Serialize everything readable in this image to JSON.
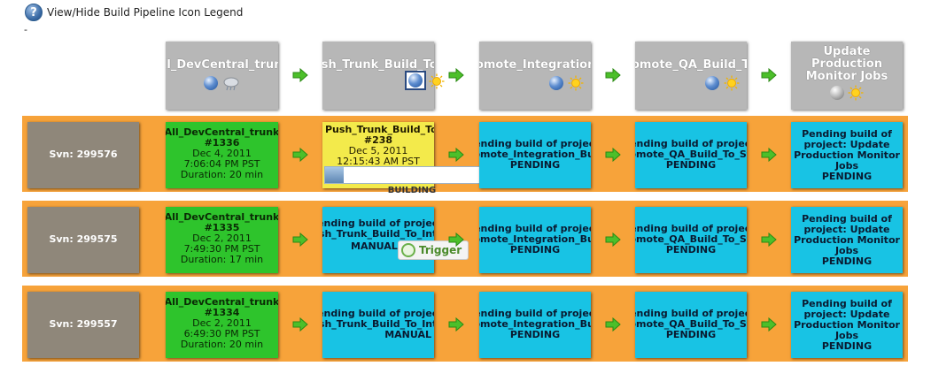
{
  "legend": {
    "label": "View/Hide Build Pipeline Icon Legend",
    "icon": "help-icon"
  },
  "separator": "-",
  "colors": {
    "row": "#f7a33a",
    "success": "#2ec42c",
    "pending": "#18c3e4",
    "building": "#f3ea4b",
    "header": "#b7b7b7",
    "revision": "#8f877a"
  },
  "header_jobs": [
    {
      "name": "All_DevCentral_trunk",
      "icons": [
        "blue-ball-icon",
        "cloud-icon"
      ]
    },
    {
      "name": "Push_Trunk_Build_To_Integration",
      "icons": [
        "blue-ball-icon",
        "sun-icon"
      ]
    },
    {
      "name": "Promote_Integration_Build",
      "icons": [
        "blue-ball-icon",
        "sun-icon"
      ]
    },
    {
      "name": "Promote_QA_Build_To_Staging",
      "icons": [
        "blue-ball-icon",
        "sun-icon"
      ]
    },
    {
      "name": "Update Production Monitor Jobs",
      "icons": [
        "grey-ball-icon",
        "sun-icon"
      ]
    }
  ],
  "rows": [
    {
      "revision": "Svn: 299576",
      "first": {
        "job": "All_DevCentral_trunk",
        "number": "#1336",
        "date": "Dec 4, 2011",
        "time": "7:06:04 PM PST",
        "duration": "Duration: 20 min"
      },
      "second": {
        "job": "Push_Trunk_Build_To_Integration",
        "number": "#238",
        "date": "Dec 5, 2011",
        "time": "12:15:43 AM PST",
        "status": "BUILDING",
        "progress": 0.11
      },
      "third": {
        "line1": "Pending build of project:",
        "line2": "Promote_Integration_Build_To_QA",
        "status": "PENDING"
      },
      "fourth": {
        "line1": "Pending build of project:",
        "line2": "Promote_QA_Build_To_Staging",
        "status": "PENDING"
      },
      "fifth": {
        "line1": "Pending build of",
        "line2": "project: Update",
        "line3": "Production Monitor",
        "line4": "Jobs",
        "status": "PENDING"
      }
    },
    {
      "revision": "Svn: 299575",
      "first": {
        "job": "All_DevCentral_trunk",
        "number": "#1335",
        "date": "Dec 2, 2011",
        "time": "7:49:30 PM PST",
        "duration": "Duration: 17 min"
      },
      "second": {
        "line1": "Pending build of project:",
        "line2": "Push_Trunk_Build_To_Integration",
        "status": "MANUAL",
        "trigger": "Trigger"
      },
      "third": {
        "line1": "Pending build of project:",
        "line2": "Promote_Integration_Build_To_QA",
        "status": "PENDING"
      },
      "fourth": {
        "line1": "Pending build of project:",
        "line2": "Promote_QA_Build_To_Staging",
        "status": "PENDING"
      },
      "fifth": {
        "line1": "Pending build of",
        "line2": "project: Update",
        "line3": "Production Monitor",
        "line4": "Jobs",
        "status": "PENDING"
      }
    },
    {
      "revision": "Svn: 299557",
      "first": {
        "job": "All_DevCentral_trunk",
        "number": "#1334",
        "date": "Dec 2, 2011",
        "time": "6:49:30 PM PST",
        "duration": "Duration: 20 min"
      },
      "second": {
        "line1": "Pending build of project:",
        "line2": "Push_Trunk_Build_To_Integration",
        "status": "MANUAL"
      },
      "third": {
        "line1": "Pending build of project:",
        "line2": "Promote_Integration_Build_To_QA",
        "status": "PENDING"
      },
      "fourth": {
        "line1": "Pending build of project:",
        "line2": "Promote_QA_Build_To_Staging",
        "status": "PENDING"
      },
      "fifth": {
        "line1": "Pending build of",
        "line2": "project: Update",
        "line3": "Production Monitor",
        "line4": "Jobs",
        "status": "PENDING"
      }
    }
  ]
}
